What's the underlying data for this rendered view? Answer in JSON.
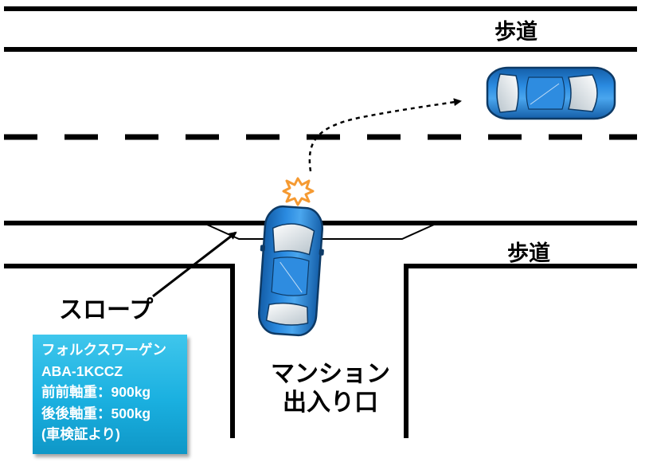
{
  "labels": {
    "sidewalk_top": "歩道",
    "sidewalk_mid": "歩道",
    "slope": "スロープ",
    "entrance_line1": "マンション",
    "entrance_line2": "出入り口"
  },
  "info_box": {
    "lines": [
      "フォルクスワーゲン",
      "ABA-1KCCZ",
      "前前軸重：900kg",
      "後後軸重：500kg",
      "(車検証より)"
    ]
  },
  "colors": {
    "car_body": "#1e78c8",
    "car_highlight": "#6cb8f0",
    "impact_burst": "#f59a32",
    "info_box": "#1ab0e0"
  },
  "icons": {
    "impact": "collision-burst-icon",
    "car": "car-top-view-icon"
  }
}
